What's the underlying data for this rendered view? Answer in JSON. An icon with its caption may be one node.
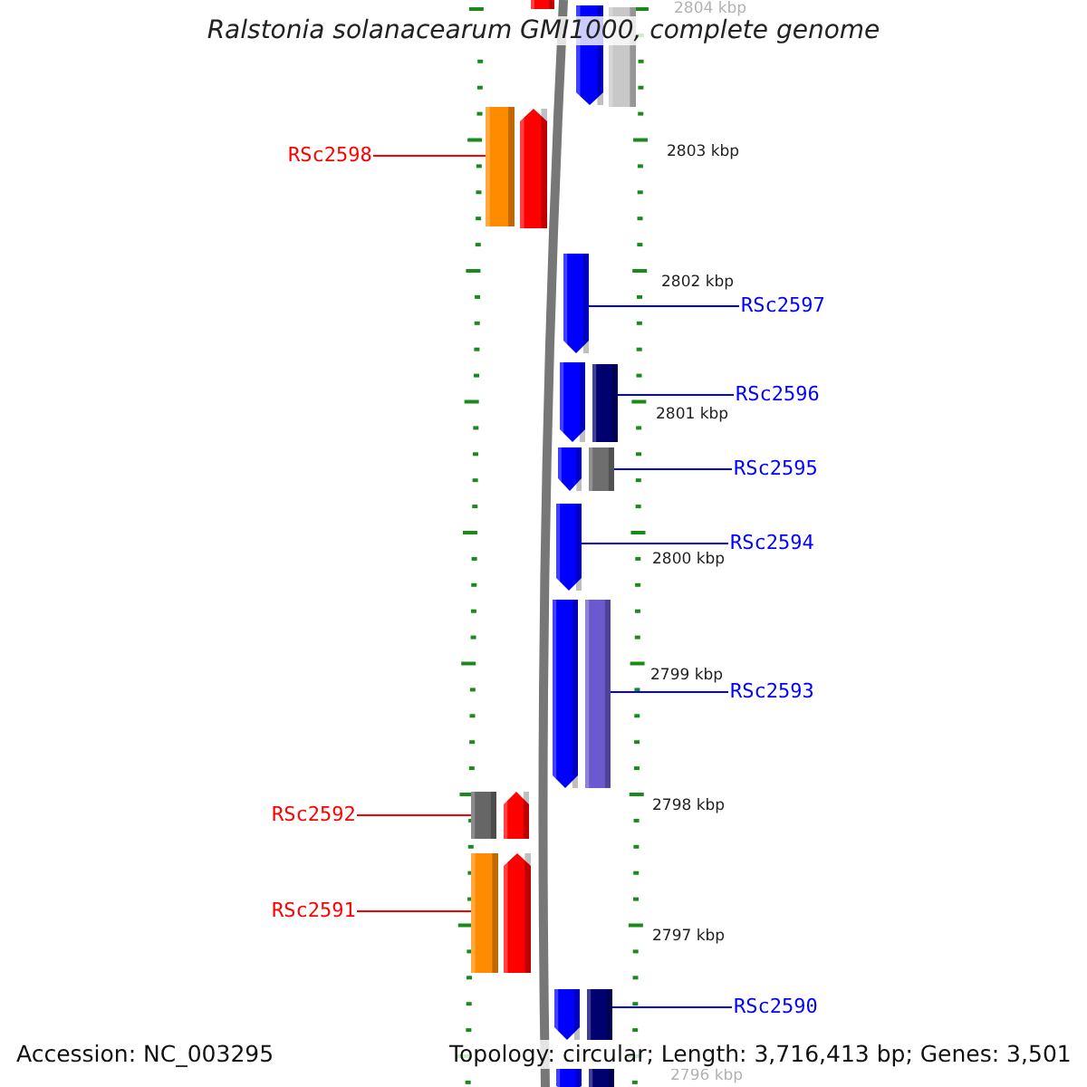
{
  "diagram": {
    "title": "Ralstonia solanacearum GMI1000, complete genome",
    "nodes": [
      {
        "text": [],
        "shape": "pentagon"
      },
      {
        "text": [],
        "shape": "pentagon"
      },
      {
        "text": [],
        "shape": "box"
      },
      {
        "text": [],
        "shape": "box"
      },
      {
        "text": [],
        "shape": "pentagon"
      },
      {
        "text": [],
        "shape": "pentagon"
      },
      {
        "text": [],
        "shape": "pentagon"
      },
      {
        "text": [],
        "shape": "box"
      },
      {
        "text": [],
        "shape": "pentagon"
      },
      {
        "text": [],
        "shape": "box"
      },
      {
        "text": [],
        "shape": "pentagon"
      },
      {
        "text": [],
        "shape": "pentagon"
      },
      {
        "text": [],
        "shape": "box"
      },
      {
        "text": [],
        "shape": "box"
      },
      {
        "text": [],
        "shape": "pentagon"
      },
      {
        "text": [],
        "shape": "box"
      },
      {
        "text": [],
        "shape": "pentagon"
      },
      {
        "text": [],
        "shape": "pentagon"
      },
      {
        "text": [],
        "shape": "box"
      },
      {
        "text": [],
        "shape": "pentagon"
      },
      {
        "text": [],
        "shape": "box"
      },
      {
        "text": [
          "RSc2598"
        ]
      },
      {
        "text": [
          "RSc2597"
        ]
      },
      {
        "text": [
          "RSc2596"
        ]
      },
      {
        "text": [
          "RSc2595"
        ]
      },
      {
        "text": [
          "RSc2594"
        ]
      },
      {
        "text": [
          "RSc2593"
        ]
      },
      {
        "text": [
          "RSc2592"
        ]
      },
      {
        "text": [
          "RSc2591"
        ]
      },
      {
        "text": [
          "RSc2590"
        ]
      }
    ],
    "edges": [
      {
        "from": 21,
        "to": 3,
        "arrow": "none",
        "color": "#ff0000"
      },
      {
        "from": 22,
        "to": 5,
        "arrow": "none"
      },
      {
        "from": 23,
        "to": 7,
        "arrow": "none"
      },
      {
        "from": 24,
        "to": 9,
        "arrow": "none"
      },
      {
        "from": 25,
        "to": 10,
        "arrow": "none"
      },
      {
        "from": 26,
        "to": 12,
        "arrow": "none"
      },
      {
        "from": 27,
        "to": 13,
        "arrow": "none",
        "color": "#ff0000"
      },
      {
        "from": 28,
        "to": 15,
        "arrow": "none",
        "color": "#ff0000"
      },
      {
        "from": 29,
        "to": 18,
        "arrow": "none"
      }
    ],
    "labels": [
      "2804 kbp",
      "2803 kbp",
      "2802 kbp",
      "2801 kbp",
      "2800 kbp",
      "2799 kbp",
      "2798 kbp",
      "2797 kbp",
      "2796 kbp",
      "Accession: NC_003295",
      "Topology: circular; Length: 3,716,413 bp; Genes: 3,501"
    ]
  }
}
